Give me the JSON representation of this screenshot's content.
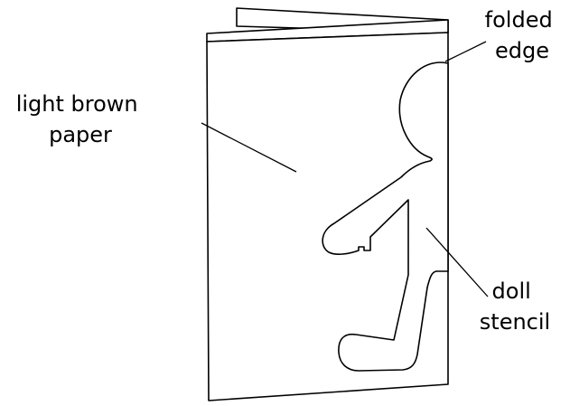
{
  "labels": {
    "folded_edge": [
      "folded",
      "edge"
    ],
    "paper": [
      "light brown",
      "paper"
    ],
    "doll_stencil": [
      "doll",
      "stencil"
    ]
  },
  "colors": {
    "back_sheet": "#e9e9e9",
    "line": "#000000",
    "background": "#ffffff"
  }
}
